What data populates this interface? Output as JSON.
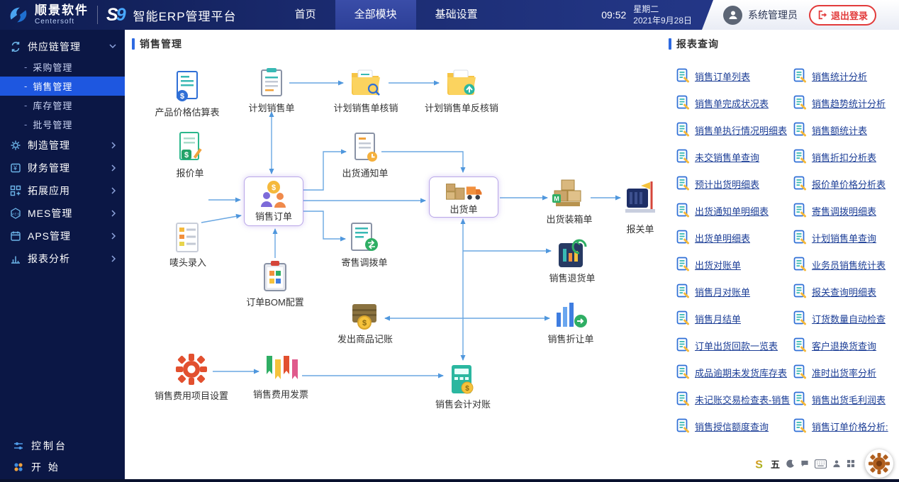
{
  "header": {
    "brand": {
      "name": "顺景软件",
      "sub": "Centersoft",
      "logo_s": "S",
      "logo_9": "9",
      "product_name": "智能ERP管理平台"
    },
    "nav": [
      {
        "label": "首页",
        "active": false
      },
      {
        "label": "全部模块",
        "active": true
      },
      {
        "label": "基础设置",
        "active": false
      }
    ],
    "clock": {
      "time": "09:52",
      "weekday": "星期二",
      "date": "2021年9月28日"
    },
    "user_name": "系统管理员",
    "logout_label": "退出登录"
  },
  "sidebar": {
    "groups": [
      {
        "label": "供应链管理",
        "expanded": true,
        "children": [
          {
            "label": "采购管理",
            "active": false
          },
          {
            "label": "销售管理",
            "active": true
          },
          {
            "label": "库存管理",
            "active": false
          },
          {
            "label": "批号管理",
            "active": false
          }
        ]
      },
      {
        "label": "制造管理"
      },
      {
        "label": "财务管理"
      },
      {
        "label": "拓展应用"
      },
      {
        "label": "MES管理"
      },
      {
        "label": "APS管理"
      },
      {
        "label": "报表分析"
      }
    ],
    "footer": [
      {
        "label": "控制台"
      },
      {
        "label": "开 始"
      }
    ]
  },
  "main": {
    "title": "销售管理",
    "nodes": {
      "price_estimate": "产品价格估算表",
      "planned_order": "计划销售单",
      "planned_verify": "计划销售单核销",
      "planned_unverify": "计划销售单反核销",
      "quotation": "报价单",
      "ship_notice": "出货通知单",
      "sales_order": "销售订单",
      "shipment": "出货单",
      "packing_list": "出货装箱单",
      "customs": "报关单",
      "marks_entry": "唛头录入",
      "consignment": "寄售调拨单",
      "order_bom": "订单BOM配置",
      "sales_return": "销售退货单",
      "goods_ledger": "发出商品记账",
      "allowance": "销售折让单",
      "expense_setup": "销售费用项目设置",
      "expense_invoice": "销售费用发票",
      "accounting": "销售会计对账"
    }
  },
  "reports": {
    "title": "报表查询",
    "col1": [
      "销售订单列表",
      "销售单完成状况表",
      "销售单执行情况明细表",
      "未交销售单查询",
      "预计出货明细表",
      "出货通知单明细表",
      "出货单明细表",
      "出货对账单",
      "销售月对账单",
      "销售月结单",
      "订单出货回款一览表",
      "成品逾期未发货库存表",
      "未记账交易检查表-销售",
      "销售授信额度查询"
    ],
    "col2": [
      "销售统计分析",
      "销售趋势统计分析",
      "销售额统计表",
      "销售折扣分析表",
      "报价单价格分析表",
      "寄售调拨明细表",
      "计划销售单查询",
      "业务员销售统计表",
      "报关查询明细表",
      "订货数量自动检查",
      "客户退换货查询",
      "准时出货率分析",
      "销售出货毛利润表",
      "销售订单价格分析:"
    ]
  },
  "taskbar": {
    "ime_mode": "五"
  }
}
